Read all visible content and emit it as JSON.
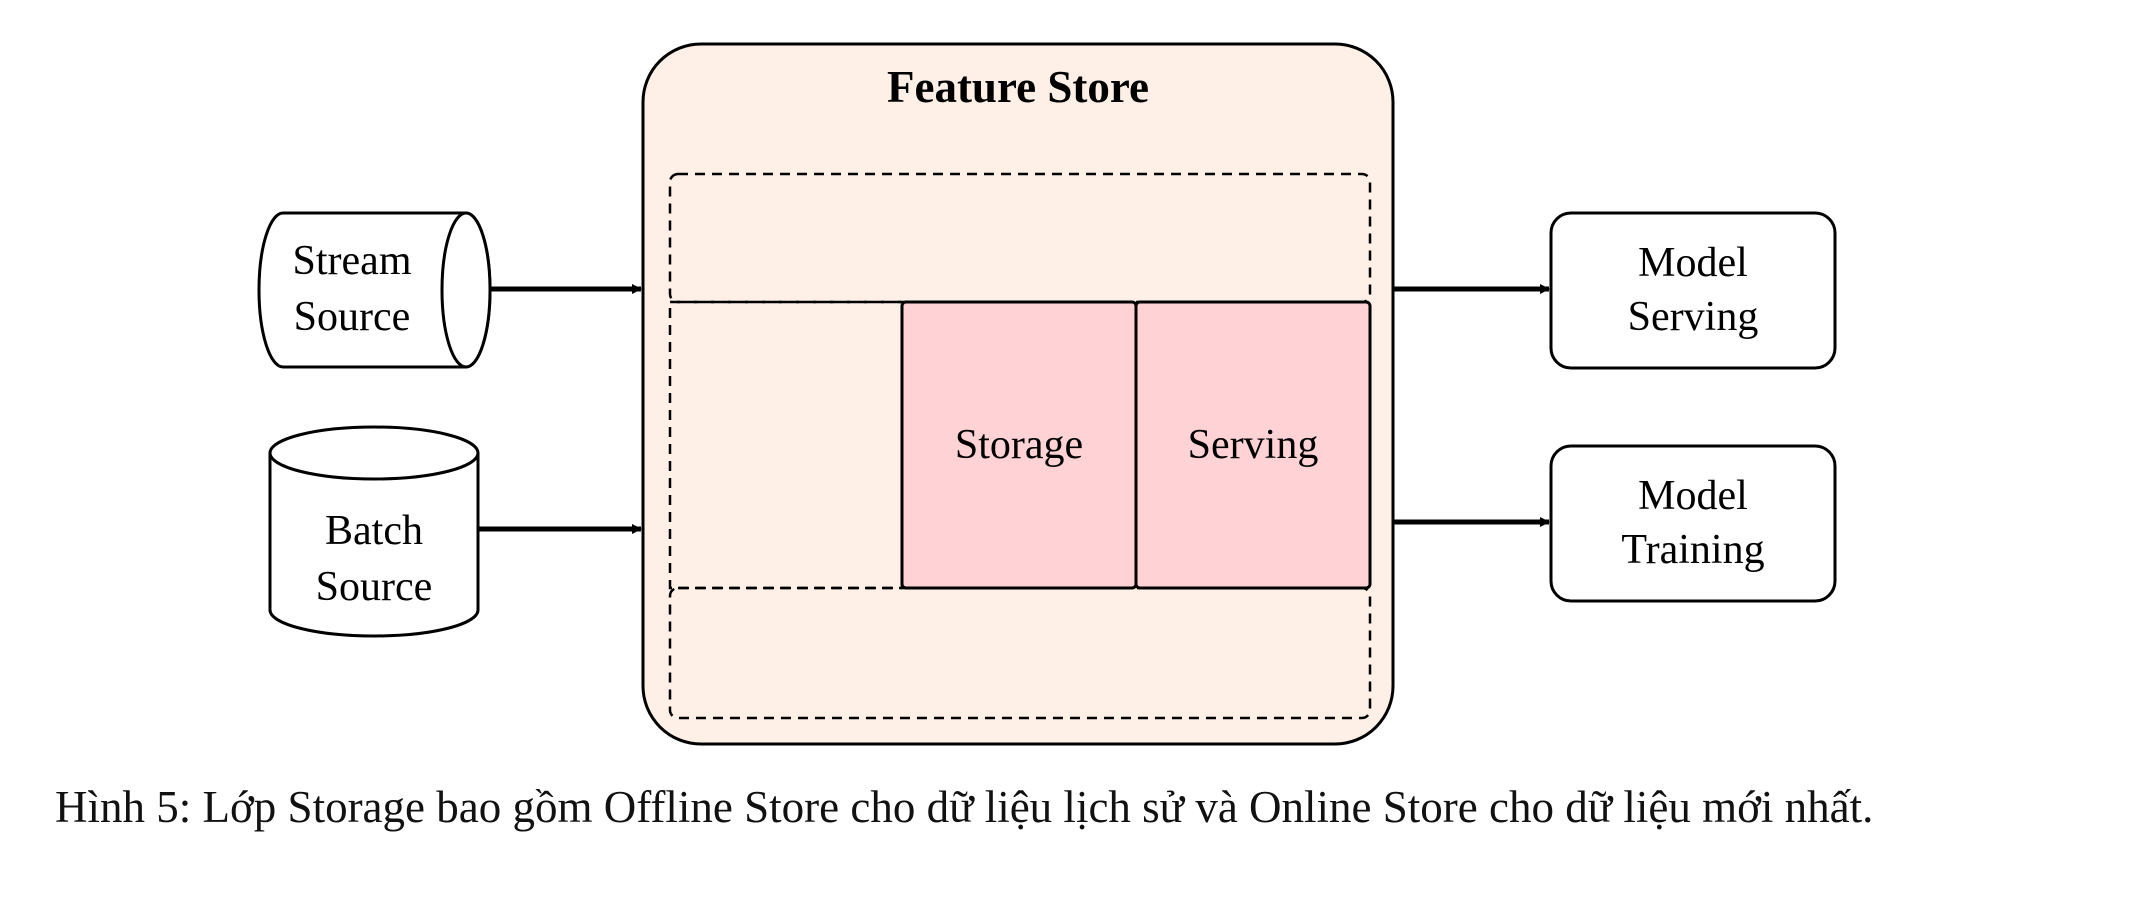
{
  "diagram": {
    "title": "Feature Store",
    "sources": {
      "stream": [
        "Stream",
        "Source"
      ],
      "batch": [
        "Batch",
        "Source"
      ]
    },
    "components": {
      "storage": "Storage",
      "serving": "Serving"
    },
    "outputs": {
      "model_serving": [
        "Model",
        "Serving"
      ],
      "model_training": [
        "Model",
        "Training"
      ]
    },
    "colors": {
      "feature_store_fill": "#fef0e6",
      "component_fill": "#ffd3d6",
      "stroke": "#000000"
    }
  },
  "caption": "Hình 5: Lớp Storage bao gồm Offline Store cho dữ liệu lịch sử và Online Store cho dữ liệu mới nhất."
}
